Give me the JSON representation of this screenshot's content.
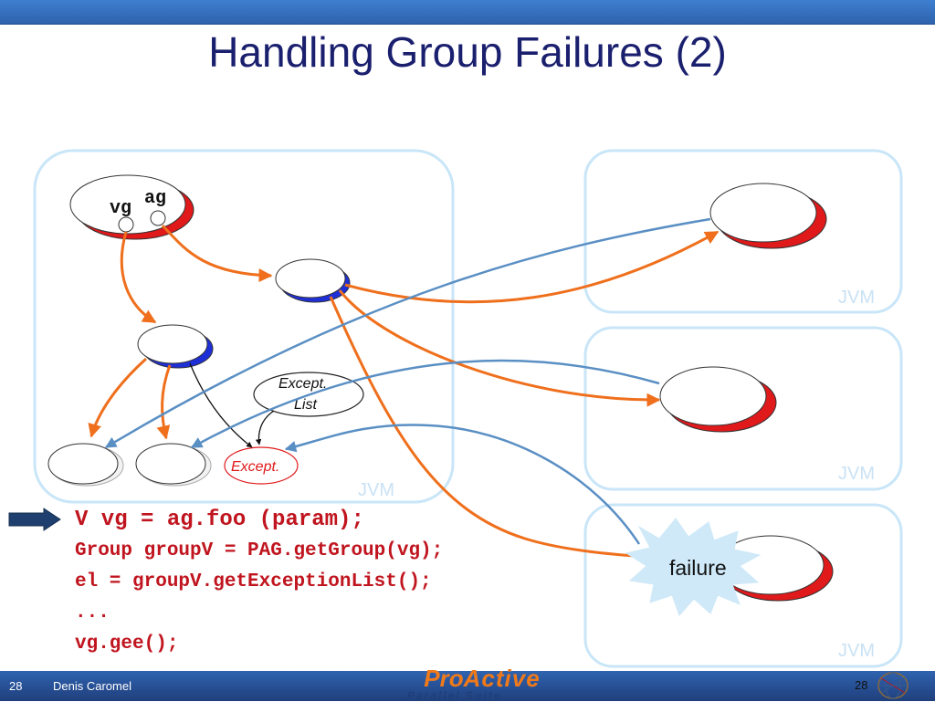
{
  "slide": {
    "title": "Handling Group Failures (2)",
    "slide_number": "28",
    "slide_number_right": "28",
    "author": "Denis Caromel"
  },
  "diagram": {
    "jvm_label": "JVM",
    "vg_label": "vg",
    "ag_label": "ag",
    "except_list_label_1": "Except.",
    "except_list_label_2": "List",
    "except_label": "Except.",
    "failure_label": "failure"
  },
  "code": {
    "line1": "V vg = ag.foo (param);",
    "line2": "Group groupV = PAG.getGroup(vg);",
    "line3": "el = groupV.getExceptionList();",
    "line4": "...",
    "line5": "vg.gee();"
  },
  "logo": {
    "pro": "Pro",
    "active": "Active",
    "suite": "Parallel Suite"
  },
  "colors": {
    "title": "#1a1f6e",
    "code": "#c0151f",
    "orange_arrow": "#ef6f1c",
    "blue_arrow": "#5a8fc4",
    "jvm_border": "#c9e6f8",
    "jvm_text": "#c9e2f5"
  }
}
